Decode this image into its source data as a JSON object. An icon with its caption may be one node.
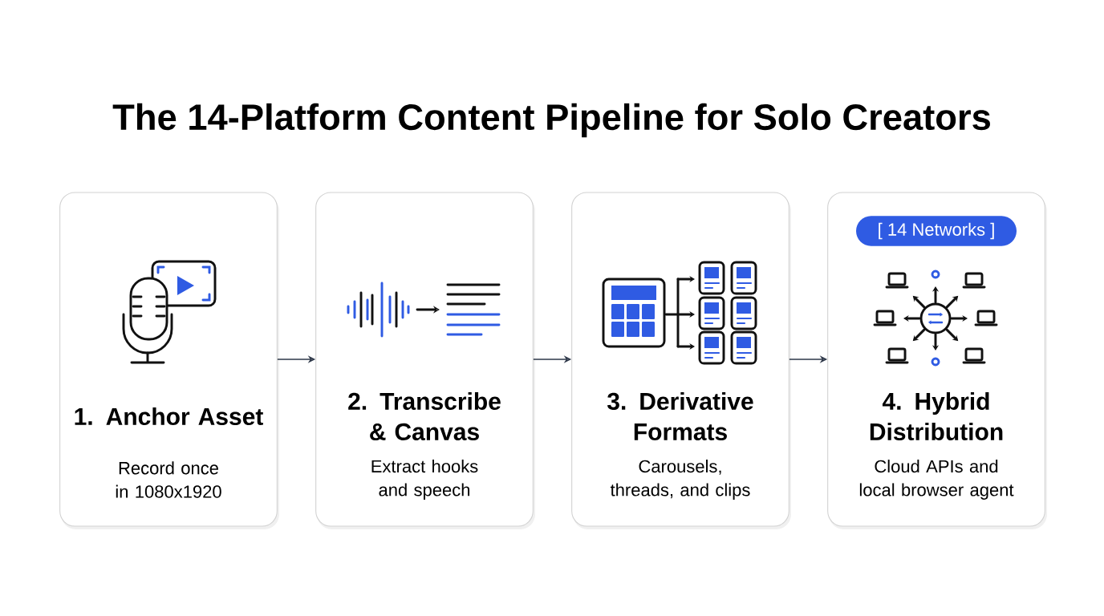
{
  "diagram": {
    "title": "The 14-Platform Content Pipeline for Solo Creators",
    "nodes": [
      {
        "text": [
          "1. Anchor Asset",
          "Record once in 1080x1920"
        ]
      },
      {
        "text": [
          "2. Transcribe & Canvas",
          "Extract hooks and speech"
        ]
      },
      {
        "text": [
          "3. Derivative Formats",
          "Carousels, threads, and clips"
        ]
      },
      {
        "text": [
          "4. Hybrid Distribution",
          "Cloud APIs and local browser agent"
        ]
      },
      {
        "text": [
          "[ 14 Networks ]"
        ],
        "in": 3
      }
    ],
    "edges": [
      {
        "from": 0,
        "to": 1,
        "arrow": "to"
      },
      {
        "from": 1,
        "to": 2,
        "arrow": "to"
      },
      {
        "from": 2,
        "to": 3,
        "arrow": "to"
      }
    ]
  }
}
